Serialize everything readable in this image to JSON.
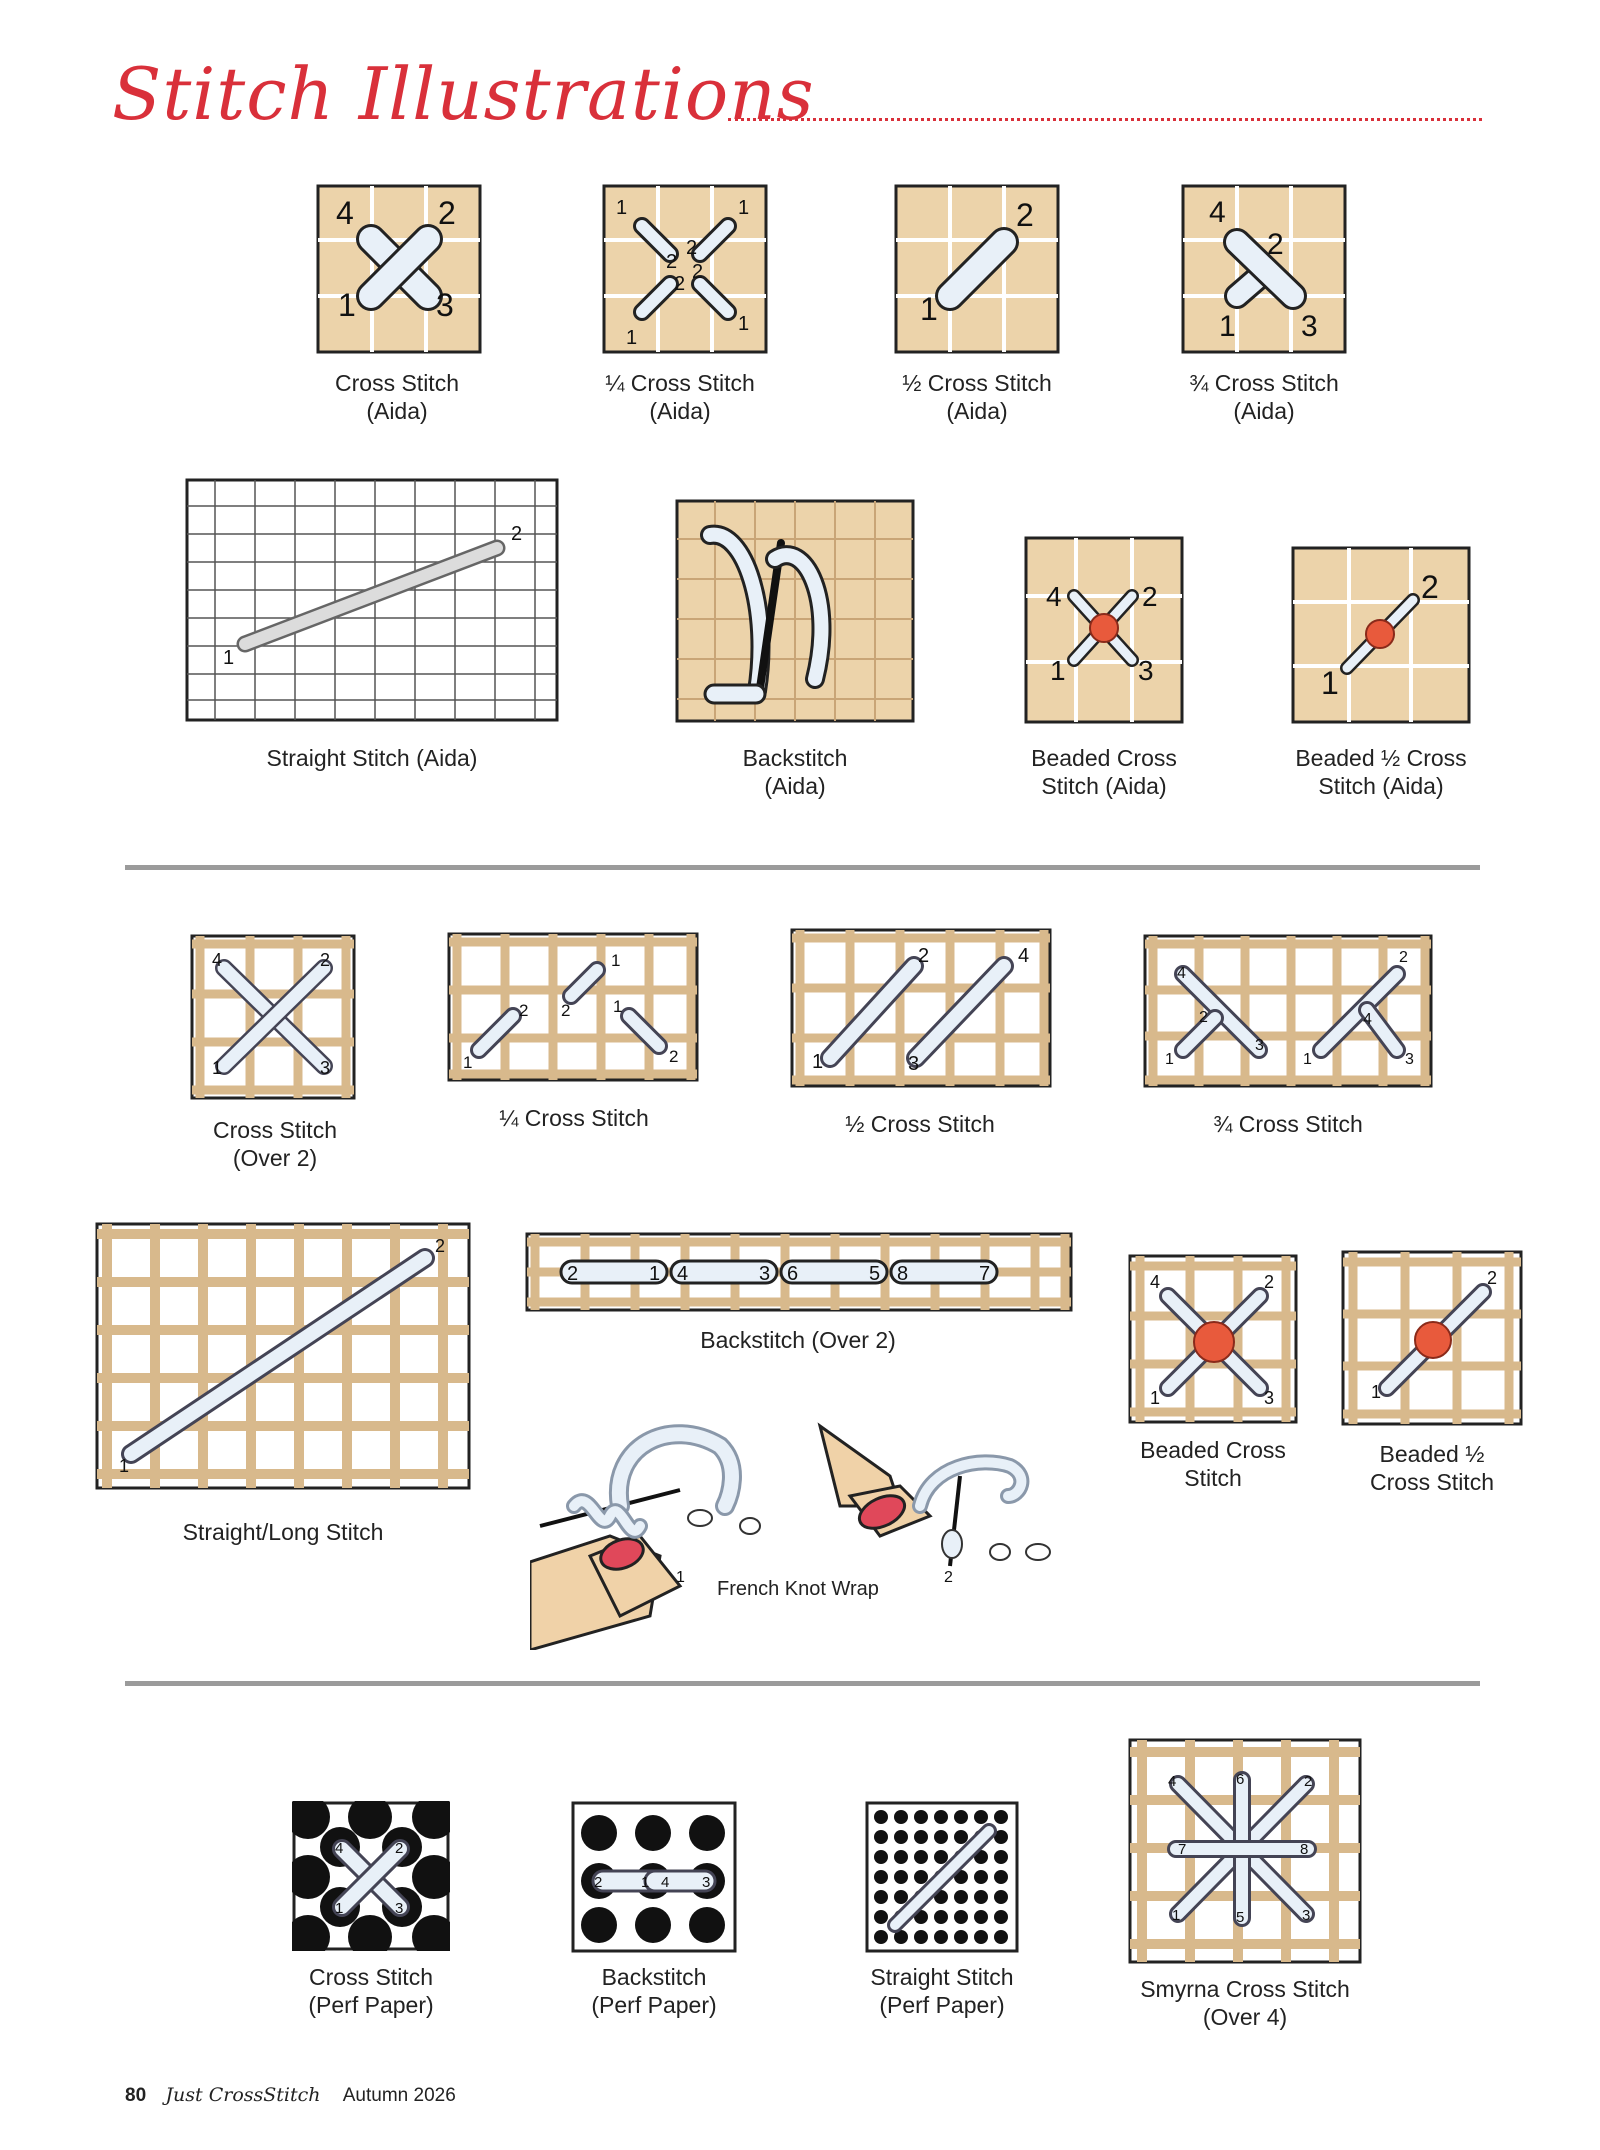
{
  "page": {
    "title": "Stitch Illustrations",
    "colors": {
      "accent": "#d9303a",
      "fabric": "#ecd3aa",
      "fabric_dark": "#c9a577",
      "thread": "#e8f0f8",
      "bead": "#e85a3c"
    }
  },
  "row1": [
    {
      "line1": "Cross Stitch",
      "line2": "(Aida)",
      "nums": [
        "4",
        "2",
        "1",
        "3"
      ]
    },
    {
      "line1": "¼ Cross Stitch",
      "line2": "(Aida)",
      "nums": [
        "1",
        "2",
        "2",
        "2",
        "2",
        "1",
        "1",
        "1"
      ]
    },
    {
      "line1": "½ Cross Stitch",
      "line2": "(Aida)",
      "nums": [
        "2",
        "1"
      ]
    },
    {
      "line1": "¾ Cross Stitch",
      "line2": "(Aida)",
      "nums": [
        "4",
        "2",
        "1",
        "3"
      ]
    }
  ],
  "row2": [
    {
      "line1": "Straight Stitch (Aida)",
      "line2": "",
      "nums": [
        "2",
        "1"
      ]
    },
    {
      "line1": "Backstitch",
      "line2": "(Aida)",
      "nums": []
    },
    {
      "line1": "Beaded Cross",
      "line2": "Stitch (Aida)",
      "nums": [
        "4",
        "2",
        "1",
        "3"
      ]
    },
    {
      "line1": "Beaded ½ Cross",
      "line2": "Stitch (Aida)",
      "nums": [
        "2",
        "1"
      ]
    }
  ],
  "row3": [
    {
      "line1": "Cross Stitch",
      "line2": "(Over 2)",
      "nums": [
        "4",
        "2",
        "1",
        "3"
      ]
    },
    {
      "line1": "¼ Cross Stitch",
      "line2": "",
      "nums": [
        "1",
        "2",
        "2",
        "1",
        "1",
        "2"
      ]
    },
    {
      "line1": "½ Cross Stitch",
      "line2": "",
      "nums": [
        "2",
        "4",
        "1",
        "3"
      ]
    },
    {
      "line1": "¾ Cross Stitch",
      "line2": "",
      "nums": [
        "4",
        "2",
        "2",
        "4",
        "1",
        "3",
        "1",
        "3"
      ]
    }
  ],
  "row4": [
    {
      "line1": "Straight/Long Stitch",
      "line2": "",
      "nums": [
        "2",
        "1"
      ]
    },
    {
      "line1": "Backstitch (Over 2)",
      "line2": "",
      "nums": [
        "2",
        "1",
        "4",
        "3",
        "6",
        "5",
        "8",
        "7"
      ]
    },
    {
      "line1": "Beaded Cross",
      "line2": "Stitch",
      "nums": [
        "4",
        "2",
        "1",
        "3"
      ]
    },
    {
      "line1": "Beaded ½",
      "line2": "Cross Stitch",
      "nums": [
        "2",
        "1"
      ]
    }
  ],
  "french_knot": {
    "label": "French Knot Wrap",
    "nums": [
      "1",
      "2"
    ]
  },
  "row5": [
    {
      "line1": "Cross Stitch",
      "line2": "(Perf Paper)",
      "nums": [
        "4",
        "2",
        "1",
        "3"
      ]
    },
    {
      "line1": "Backstitch",
      "line2": "(Perf Paper)",
      "nums": [
        "2",
        "1",
        "4",
        "3"
      ]
    },
    {
      "line1": "Straight Stitch",
      "line2": "(Perf Paper)",
      "nums": []
    },
    {
      "line1": "Smyrna Cross Stitch",
      "line2": "(Over 4)",
      "nums": [
        "4",
        "6",
        "2",
        "7",
        "8",
        "1",
        "5",
        "3"
      ]
    }
  ],
  "footer": {
    "page_number": "80",
    "magazine": "Just CrossStitch",
    "issue": "Autumn 2026"
  }
}
